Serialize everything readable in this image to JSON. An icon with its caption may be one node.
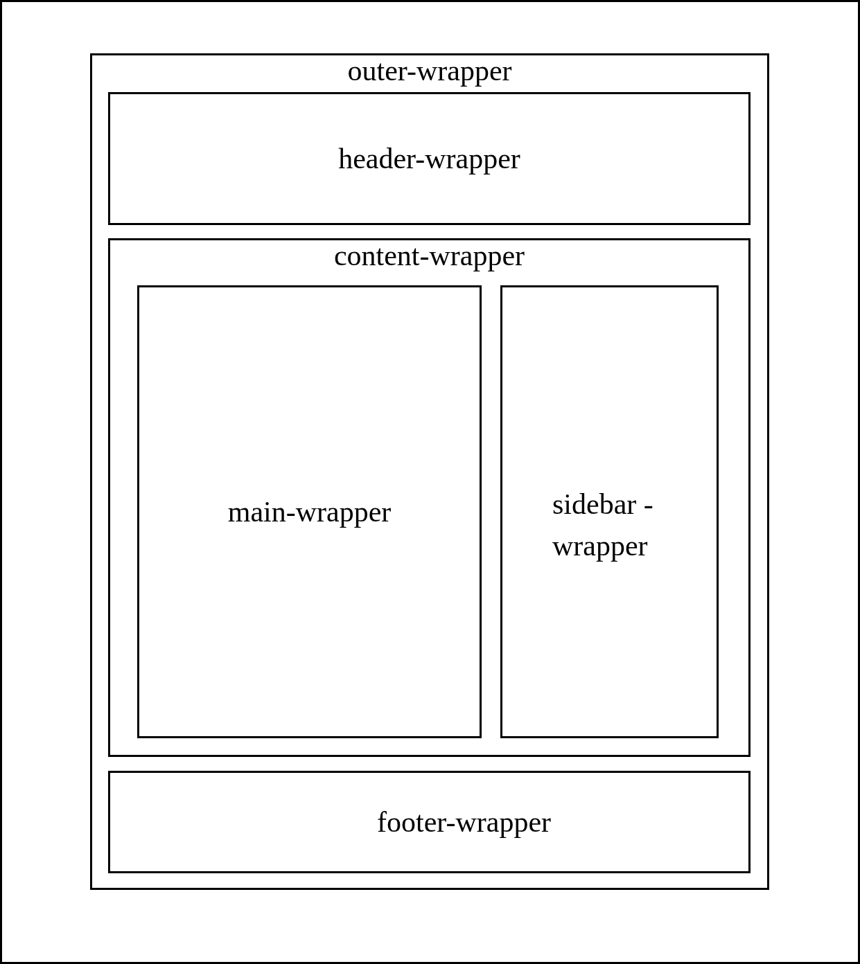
{
  "diagram": {
    "nodes": [
      {
        "text": [
          "outer-wrapper"
        ]
      },
      {
        "text": [
          "header-wrapper"
        ],
        "in": 0
      },
      {
        "text": [
          "content-wrapper"
        ],
        "in": 0
      },
      {
        "text": [
          "main-wrapper"
        ],
        "in": 2
      },
      {
        "text": [
          "sidebar -wrapper"
        ],
        "in": 2
      },
      {
        "text": [
          "footer-wrapper"
        ],
        "in": 0
      }
    ],
    "edges": []
  }
}
